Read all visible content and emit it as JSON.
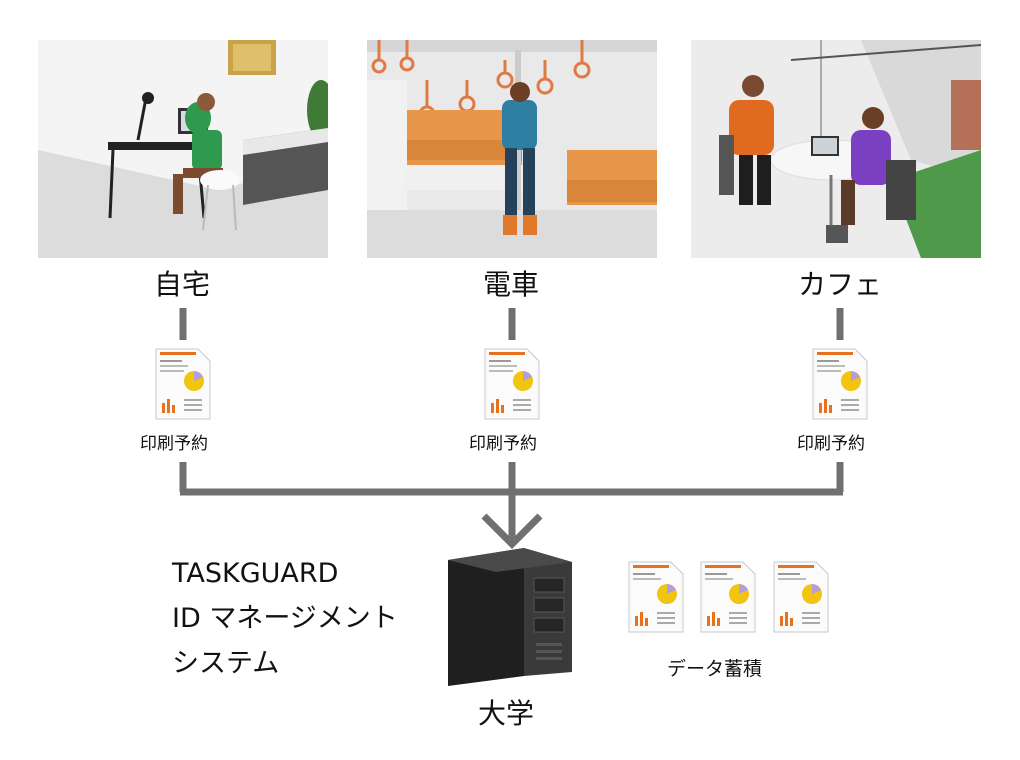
{
  "locations": [
    {
      "id": "home",
      "label": "自宅"
    },
    {
      "id": "train",
      "label": "電車"
    },
    {
      "id": "cafe",
      "label": "カフェ"
    }
  ],
  "print_label": "印刷予約",
  "server_label": "大学",
  "storage_label": "データ蓄積",
  "system_name": {
    "line1": "TASKGUARD",
    "line2": "ID マネージメント",
    "line3": "システム"
  },
  "colors": {
    "connector": "#707070",
    "doc_accent": "#e8711e",
    "server": "#2b2b2b"
  }
}
